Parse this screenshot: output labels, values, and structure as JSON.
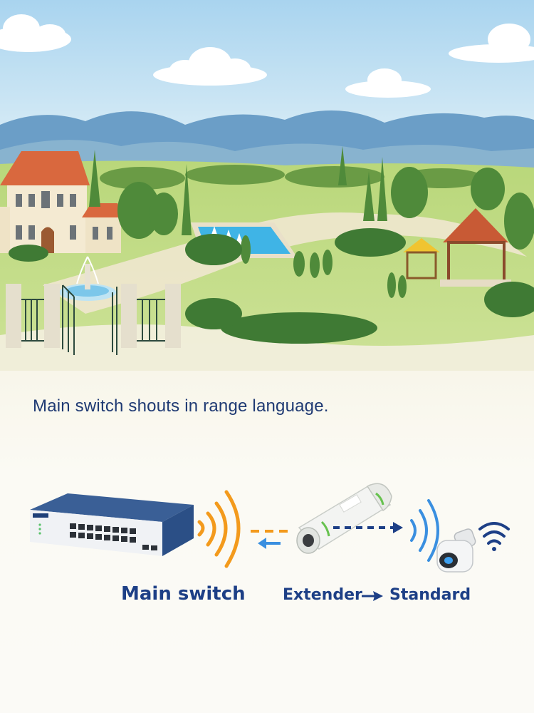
{
  "caption": "Main switch shouts in range language.",
  "labels": {
    "main_switch": "Main switch",
    "extender": "Extender",
    "standard": "Standard"
  },
  "colors": {
    "label_blue": "#1d3f86",
    "signal_orange": "#f39a1c",
    "signal_blue": "#3a8fe0",
    "switch_body": "#2b4f86"
  },
  "icons": [
    "estate-scene",
    "network-switch-icon",
    "signal-waves-icon",
    "poe-extender-icon",
    "security-camera-icon",
    "wifi-icon",
    "arrow-right-icon",
    "arrow-left-icon"
  ]
}
